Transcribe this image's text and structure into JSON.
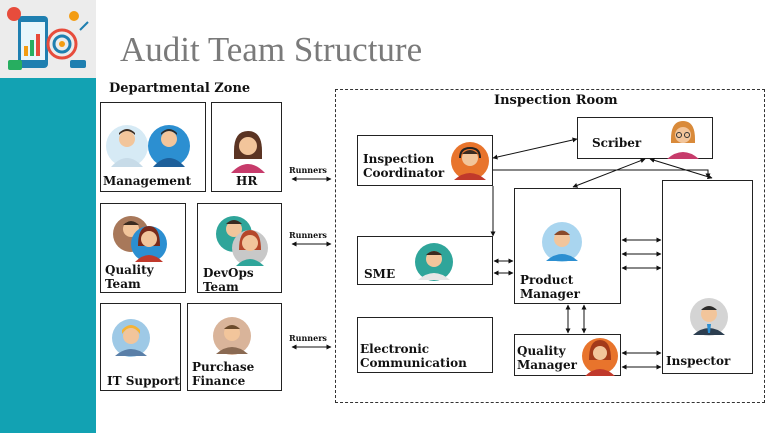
{
  "title": "Audit Team Structure",
  "departmental_zone_label": "Departmental Zone",
  "inspection_room_label": "Inspection Room",
  "runners_label": "Runners",
  "departments": {
    "management": "Management",
    "hr": "HR",
    "quality_team": "Quality\nTeam",
    "devops_team": "DevOps\nTeam",
    "it_support": "IT Support",
    "purchase_finance": "Purchase\nFinance"
  },
  "room_roles": {
    "inspection_coordinator": "Inspection\nCoordinator",
    "scriber": "Scriber",
    "sme": "SME",
    "product_manager": "Product\nManager",
    "inspector": "Inspector",
    "electronic_communication": "Electronic\nCommunication",
    "quality_manager": "Quality\nManager"
  },
  "colors": {
    "sidebar": "#12a2b3",
    "title": "#7a7a7a"
  }
}
